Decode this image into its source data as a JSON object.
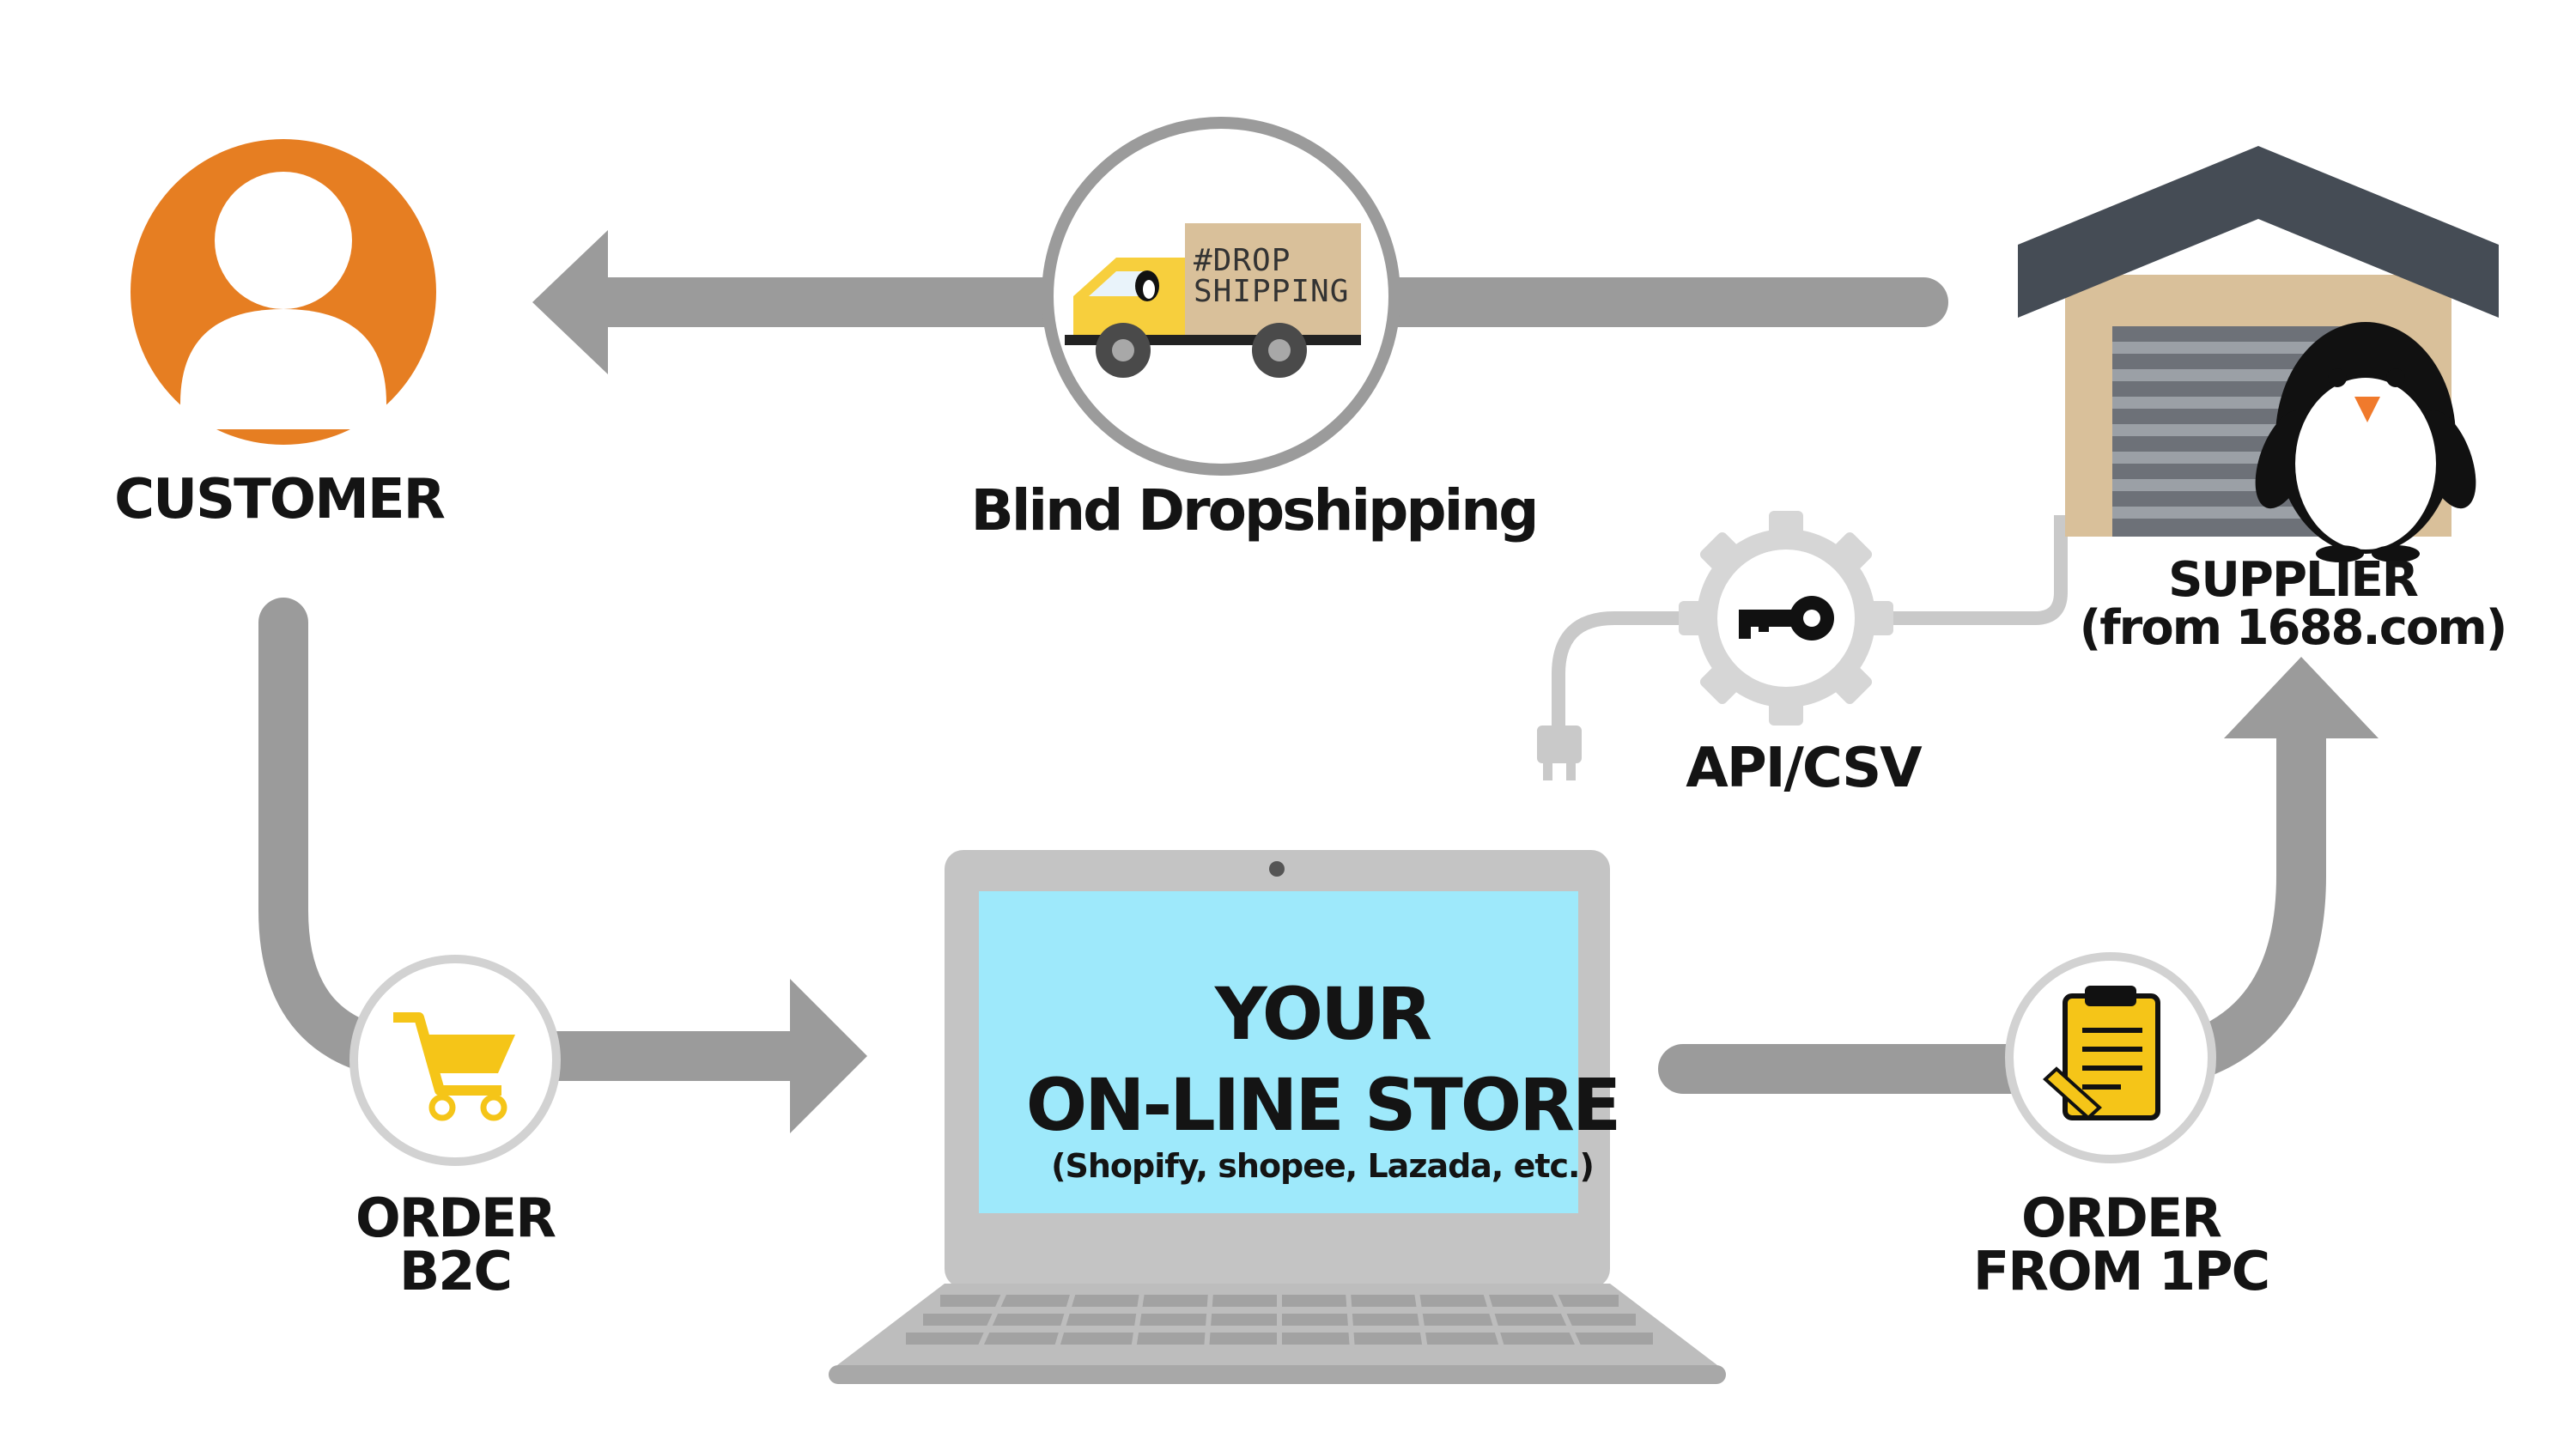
{
  "nodes": {
    "customer": {
      "label": "CUSTOMER"
    },
    "blind_dropshipping": {
      "label": "Blind Dropshipping",
      "truck_text_line1": "#DROP",
      "truck_text_line2": "SHIPPING"
    },
    "supplier": {
      "label_line1": "SUPPLIER",
      "label_line2": "(from 1688.com)"
    },
    "api": {
      "label": "API/CSV"
    },
    "order_b2c": {
      "label_line1": "ORDER",
      "label_line2": "B2C"
    },
    "order_1pc": {
      "label_line1": "ORDER",
      "label_line2": "FROM 1PC"
    },
    "store": {
      "title_line1": "YOUR",
      "title_line2": "ON-LINE STORE",
      "subtitle": "(Shopify, shopee, Lazada, etc.)"
    }
  },
  "colors": {
    "arrow": "#9b9b9b",
    "customer": "#e67e22",
    "screen": "#9ee9fb",
    "roof": "#454c55",
    "warehouse": "#d9c09a",
    "truck": "#f7cf3d"
  },
  "icons": [
    "user-icon",
    "truck-icon",
    "warehouse-icon",
    "penguin-icon",
    "gear-key-icon",
    "plug-icon",
    "cart-icon",
    "clipboard-icon",
    "laptop-icon"
  ]
}
